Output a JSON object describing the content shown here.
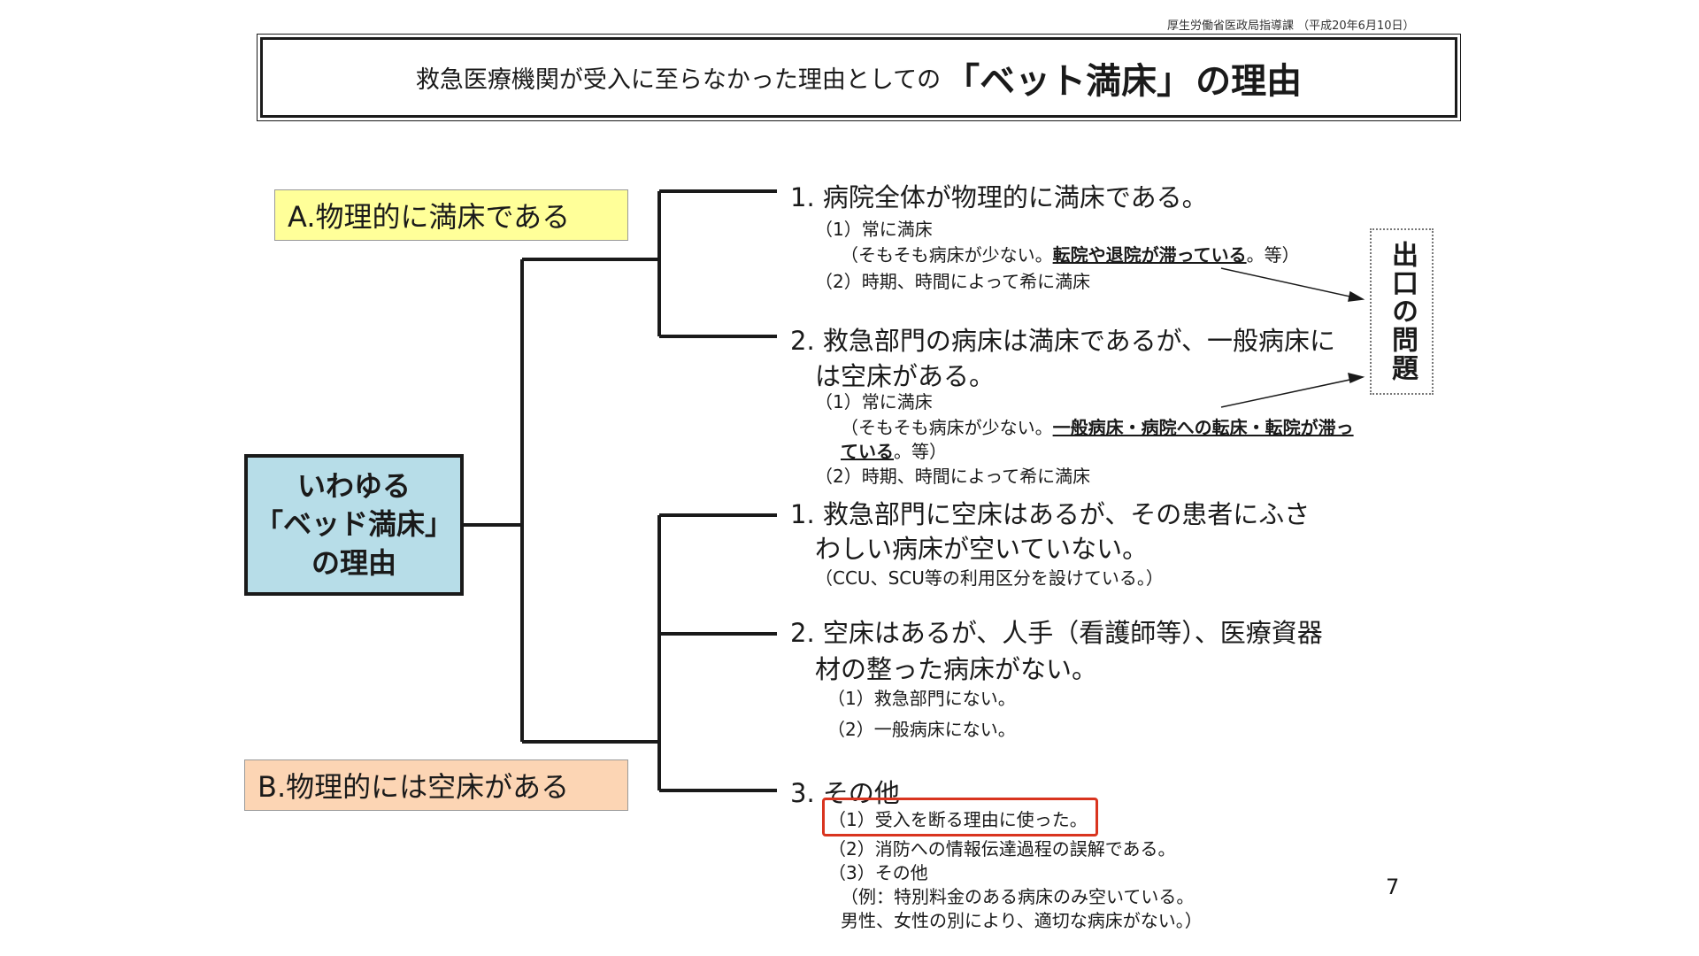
{
  "header": {
    "source_note": "厚生労働省医政局指導課 （平成20年6月10日）",
    "title_main": "救急医療機関が受入に至らなかった理由としての",
    "title_emph": "「ベット満床」",
    "title_tail": "の理由"
  },
  "root": {
    "line1": "いわゆる",
    "line2": "「ベッド満床」",
    "line3": "の理由"
  },
  "branch_a": {
    "label": "A.物理的に満床である",
    "item1": {
      "heading": "1. 病院全体が物理的に満床である。",
      "sub1": "（1）常に満床",
      "sub1_note_pre": "（そもそも病床が少ない。",
      "sub1_note_ul": "転院や退院が滞っている",
      "sub1_note_post": "。等）",
      "sub2": "（2）時期、時間によって希に満床"
    },
    "item2": {
      "heading_line1": "2. 救急部門の病床は満床であるが、一般病床に",
      "heading_line2": "は空床がある。",
      "sub1": "（1）常に満床",
      "sub1_note_pre": "（そもそも病床が少ない。",
      "sub1_note_ul_line1": "一般病床・病院への転床・転院が滞っ",
      "sub1_note_ul_line2": "ている",
      "sub1_note_post": "。等）",
      "sub2": "（2）時期、時間によって希に満床"
    }
  },
  "exit_problem": "出口の問題",
  "branch_b": {
    "label": "B.物理的には空床がある",
    "item1": {
      "heading_line1": "1. 救急部門に空床はあるが、その患者にふさ",
      "heading_line2": "わしい病床が空いていない。",
      "note": "（CCU、SCU等の利用区分を設けている。）"
    },
    "item2": {
      "heading_line1": "2. 空床はあるが、人手（看護師等）、医療資器",
      "heading_line2": "材の整った病床がない。",
      "sub1": "（1）救急部門にない。",
      "sub2": "（2）一般病床にない。"
    },
    "item3": {
      "heading": "3. その他",
      "sub1": "（1）受入を断る理由に使った。",
      "sub2": "（2）消防への情報伝達過程の誤解である。",
      "sub3": "（3）その他",
      "sub3_note_line1": "（例：特別料金のある病床のみ空いている。",
      "sub3_note_line2": "男性、女性の別により、適切な病床がない。）"
    }
  },
  "page_number": "7",
  "colors": {
    "box_a": "#ffff99",
    "box_b": "#fcd5b4",
    "root_box": "#b7dde8",
    "highlight": "#d9341f"
  }
}
